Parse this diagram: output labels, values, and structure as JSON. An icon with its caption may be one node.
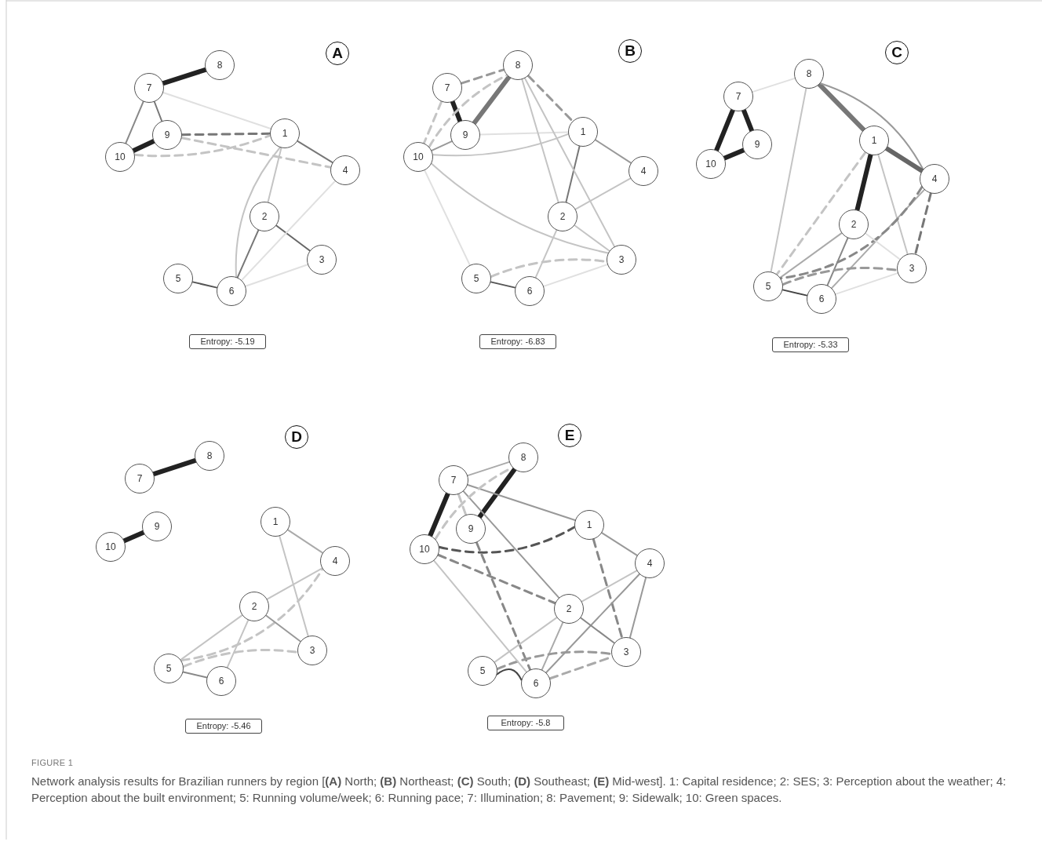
{
  "diagram": {
    "title": "FIGURE 1",
    "caption": "Network analysis results for Brazilian runners by region [**(A)** North; **(B)** Northeast; **(C)** South; **(D)** Southeast; **(E)** Mid-west]. 1: Capital residence; 2: SES; 3: Perception about the weather; 4: Perception about the built environment; 5: Running volume/week; 6: Running pace; 7: Illumination; 8: Pavement; 9: Sidewalk; 10: Green spaces.",
    "nodes": [
      {
        "text": [
          "A"
        ]
      },
      {
        "text": [
          "8"
        ]
      },
      {
        "text": [
          "7"
        ]
      },
      {
        "text": [
          "9"
        ]
      },
      {
        "text": [
          "10"
        ]
      },
      {
        "text": [
          "1"
        ]
      },
      {
        "text": [
          "4"
        ]
      },
      {
        "text": [
          "2"
        ]
      },
      {
        "text": [
          "3"
        ]
      },
      {
        "text": [
          "5"
        ]
      },
      {
        "text": [
          "6"
        ]
      },
      {
        "text": [
          "Entropy: -5.19"
        ]
      },
      {
        "text": [
          "B"
        ]
      },
      {
        "text": [
          "8"
        ]
      },
      {
        "text": [
          "7"
        ]
      },
      {
        "text": [
          "9"
        ]
      },
      {
        "text": [
          "10"
        ]
      },
      {
        "text": [
          "1"
        ]
      },
      {
        "text": [
          "4"
        ]
      },
      {
        "text": [
          "2"
        ]
      },
      {
        "text": [
          "3"
        ]
      },
      {
        "text": [
          "5"
        ]
      },
      {
        "text": [
          "6"
        ]
      },
      {
        "text": [
          "Entropy: -6.83"
        ]
      },
      {
        "text": [
          "C"
        ]
      },
      {
        "text": [
          "8"
        ]
      },
      {
        "text": [
          "7"
        ]
      },
      {
        "text": [
          "9"
        ]
      },
      {
        "text": [
          "10"
        ]
      },
      {
        "text": [
          "1"
        ]
      },
      {
        "text": [
          "4"
        ]
      },
      {
        "text": [
          "2"
        ]
      },
      {
        "text": [
          "3"
        ]
      },
      {
        "text": [
          "5"
        ]
      },
      {
        "text": [
          "6"
        ]
      },
      {
        "text": [
          "Entropy: -5.33"
        ]
      },
      {
        "text": [
          "D"
        ]
      },
      {
        "text": [
          "8"
        ]
      },
      {
        "text": [
          "7"
        ]
      },
      {
        "text": [
          "9"
        ]
      },
      {
        "text": [
          "10"
        ]
      },
      {
        "text": [
          "1"
        ]
      },
      {
        "text": [
          "4"
        ]
      },
      {
        "text": [
          "2"
        ]
      },
      {
        "text": [
          "3"
        ]
      },
      {
        "text": [
          "5"
        ]
      },
      {
        "text": [
          "6"
        ]
      },
      {
        "text": [
          "Entropy: -5.46"
        ]
      },
      {
        "text": [
          "E"
        ]
      },
      {
        "text": [
          "8"
        ]
      },
      {
        "text": [
          "7"
        ]
      },
      {
        "text": [
          "9"
        ]
      },
      {
        "text": [
          "10"
        ]
      },
      {
        "text": [
          "1"
        ]
      },
      {
        "text": [
          "4"
        ]
      },
      {
        "text": [
          "2"
        ]
      },
      {
        "text": [
          "3"
        ]
      },
      {
        "text": [
          "5"
        ]
      },
      {
        "text": [
          "6"
        ]
      },
      {
        "text": [
          "Entropy: -5.8"
        ]
      }
    ],
    "edges": [
      {
        "from": 2,
        "to": 1,
        "arrow": "none",
        "style": "thick",
        "color": "#222222"
      },
      {
        "from": 2,
        "to": 3,
        "arrow": "none",
        "color": "#777777"
      },
      {
        "from": 2,
        "to": 4,
        "arrow": "none",
        "color": "#888888"
      },
      {
        "from": 3,
        "to": 4,
        "arrow": "none",
        "style": "thick",
        "color": "#222222"
      },
      {
        "from": 3,
        "to": 5,
        "arrow": "none",
        "style": "dashed",
        "color": "#777777"
      },
      {
        "from": 4,
        "to": 5,
        "arrow": "none",
        "style": "dashed"
      },
      {
        "from": 3,
        "to": 6,
        "arrow": "none",
        "style": "dashed"
      },
      {
        "from": 5,
        "to": 6,
        "arrow": "none",
        "color": "#777777"
      },
      {
        "from": 5,
        "to": 7,
        "arrow": "none"
      },
      {
        "from": 5,
        "to": 10,
        "arrow": "none"
      },
      {
        "from": 7,
        "to": 10,
        "arrow": "none",
        "color": "#777777"
      },
      {
        "from": 7,
        "to": 8,
        "arrow": "none",
        "color": "#666666"
      },
      {
        "from": 9,
        "to": 10,
        "arrow": "none",
        "color": "#555555"
      },
      {
        "from": 6,
        "to": 10,
        "arrow": "none",
        "color": "#e0e0e0"
      },
      {
        "from": 8,
        "to": 10,
        "arrow": "none",
        "color": "#e0e0e0"
      },
      {
        "from": 2,
        "to": 5,
        "arrow": "none",
        "color": "#e0e0e0"
      },
      {
        "from": 14,
        "to": 15,
        "arrow": "none",
        "style": "thick",
        "color": "#222222"
      },
      {
        "from": 15,
        "to": 13,
        "arrow": "none",
        "style": "thick",
        "color": "#777777"
      },
      {
        "from": 14,
        "to": 13,
        "arrow": "none",
        "style": "dashed",
        "color": "#999999"
      },
      {
        "from": 13,
        "to": 17,
        "arrow": "none",
        "style": "dashed",
        "color": "#999999"
      },
      {
        "from": 16,
        "to": 15,
        "arrow": "none",
        "color": "#999999"
      },
      {
        "from": 16,
        "to": 17,
        "arrow": "none"
      },
      {
        "from": 15,
        "to": 17,
        "arrow": "none",
        "color": "#e0e0e0"
      },
      {
        "from": 17,
        "to": 19,
        "arrow": "none",
        "color": "#777777"
      },
      {
        "from": 17,
        "to": 18,
        "arrow": "none",
        "color": "#999999"
      },
      {
        "from": 19,
        "to": 18,
        "arrow": "none"
      },
      {
        "from": 19,
        "to": 20,
        "arrow": "none"
      },
      {
        "from": 19,
        "to": 22,
        "arrow": "none"
      },
      {
        "from": 16,
        "to": 20,
        "arrow": "none"
      },
      {
        "from": 16,
        "to": 21,
        "arrow": "none",
        "color": "#e0e0e0"
      },
      {
        "from": 13,
        "to": 19,
        "arrow": "none"
      },
      {
        "from": 13,
        "to": 20,
        "arrow": "none"
      },
      {
        "from": 21,
        "to": 20,
        "arrow": "none",
        "style": "dashed"
      },
      {
        "from": 22,
        "to": 20,
        "arrow": "none",
        "color": "#e0e0e0"
      },
      {
        "from": 21,
        "to": 22,
        "arrow": "none",
        "color": "#555555"
      },
      {
        "from": 16,
        "to": 13,
        "arrow": "none",
        "style": "dashed"
      },
      {
        "from": 14,
        "to": 16,
        "arrow": "none",
        "style": "dashed"
      },
      {
        "from": 26,
        "to": 27,
        "arrow": "none",
        "style": "thick",
        "color": "#222222"
      },
      {
        "from": 26,
        "to": 28,
        "arrow": "none",
        "style": "thick",
        "color": "#222222"
      },
      {
        "from": 27,
        "to": 28,
        "arrow": "none",
        "style": "thick",
        "color": "#222222"
      },
      {
        "from": 25,
        "to": 29,
        "arrow": "none",
        "style": "thick",
        "color": "#777777"
      },
      {
        "from": 25,
        "to": 30,
        "arrow": "none",
        "color": "#999999"
      },
      {
        "from": 29,
        "to": 30,
        "arrow": "none",
        "style": "thick",
        "color": "#666666"
      },
      {
        "from": 29,
        "to": 31,
        "arrow": "none",
        "style": "thick",
        "color": "#222222"
      },
      {
        "from": 29,
        "to": 32,
        "arrow": "none"
      },
      {
        "from": 29,
        "to": 33,
        "arrow": "none",
        "style": "dashed"
      },
      {
        "from": 31,
        "to": 33,
        "arrow": "none",
        "color": "#aaaaaa"
      },
      {
        "from": 31,
        "to": 34,
        "arrow": "none",
        "color": "#888888"
      },
      {
        "from": 30,
        "to": 34,
        "arrow": "none",
        "color": "#aaaaaa"
      },
      {
        "from": 30,
        "to": 33,
        "arrow": "none",
        "style": "dashed",
        "color": "#888888"
      },
      {
        "from": 30,
        "to": 32,
        "arrow": "none",
        "style": "dashed",
        "color": "#777777"
      },
      {
        "from": 33,
        "to": 32,
        "arrow": "none",
        "style": "dashed",
        "color": "#999999"
      },
      {
        "from": 33,
        "to": 34,
        "arrow": "none",
        "color": "#444444"
      },
      {
        "from": 25,
        "to": 33,
        "arrow": "none"
      },
      {
        "from": 31,
        "to": 32,
        "arrow": "none",
        "color": "#e0e0e0"
      },
      {
        "from": 34,
        "to": 32,
        "arrow": "none",
        "color": "#e0e0e0"
      },
      {
        "from": 26,
        "to": 25,
        "arrow": "none",
        "color": "#e0e0e0"
      },
      {
        "from": 38,
        "to": 37,
        "arrow": "none",
        "style": "thick",
        "color": "#222222"
      },
      {
        "from": 39,
        "to": 40,
        "arrow": "none",
        "style": "thick",
        "color": "#222222"
      },
      {
        "from": 41,
        "to": 42,
        "arrow": "none",
        "color": "#aaaaaa"
      },
      {
        "from": 41,
        "to": 44,
        "arrow": "none"
      },
      {
        "from": 43,
        "to": 42,
        "arrow": "none"
      },
      {
        "from": 45,
        "to": 42,
        "arrow": "none",
        "style": "dashed"
      },
      {
        "from": 43,
        "to": 44,
        "arrow": "none",
        "color": "#999999"
      },
      {
        "from": 43,
        "to": 45,
        "arrow": "none"
      },
      {
        "from": 43,
        "to": 46,
        "arrow": "none"
      },
      {
        "from": 45,
        "to": 44,
        "arrow": "none",
        "style": "dashed"
      },
      {
        "from": 45,
        "to": 46,
        "arrow": "none",
        "color": "#888888"
      },
      {
        "from": 50,
        "to": 52,
        "arrow": "none",
        "style": "thick",
        "color": "#222222"
      },
      {
        "from": 51,
        "to": 49,
        "arrow": "none",
        "style": "thick",
        "color": "#222222"
      },
      {
        "from": 50,
        "to": 49,
        "arrow": "none",
        "color": "#aaaaaa"
      },
      {
        "from": 50,
        "to": 53,
        "arrow": "none",
        "color": "#999999"
      },
      {
        "from": 52,
        "to": 53,
        "arrow": "none",
        "style": "dashed",
        "color": "#555555"
      },
      {
        "from": 52,
        "to": 55,
        "arrow": "none",
        "style": "dashed",
        "color": "#888888"
      },
      {
        "from": 51,
        "to": 58,
        "arrow": "none",
        "style": "dashed",
        "color": "#888888"
      },
      {
        "from": 53,
        "to": 56,
        "arrow": "none",
        "style": "dashed",
        "color": "#888888"
      },
      {
        "from": 53,
        "to": 54,
        "arrow": "none",
        "color": "#999999"
      },
      {
        "from": 50,
        "to": 55,
        "arrow": "none",
        "color": "#999999"
      },
      {
        "from": 54,
        "to": 56,
        "arrow": "none",
        "color": "#999999"
      },
      {
        "from": 54,
        "to": 58,
        "arrow": "none",
        "color": "#999999"
      },
      {
        "from": 55,
        "to": 58,
        "arrow": "none",
        "color": "#aaaaaa"
      },
      {
        "from": 55,
        "to": 56,
        "arrow": "none",
        "color": "#888888"
      },
      {
        "from": 55,
        "to": 57,
        "arrow": "none"
      },
      {
        "from": 57,
        "to": 56,
        "arrow": "none",
        "style": "dashed",
        "color": "#999999"
      },
      {
        "from": 58,
        "to": 56,
        "arrow": "none",
        "style": "dashed",
        "color": "#aaaaaa"
      },
      {
        "from": 57,
        "to": 58,
        "arrow": "none",
        "color": "#444444"
      },
      {
        "from": 52,
        "to": 58,
        "arrow": "none"
      },
      {
        "from": 50,
        "to": 51,
        "arrow": "none",
        "style": "dashed"
      },
      {
        "from": 52,
        "to": 49,
        "arrow": "none",
        "style": "dashed"
      },
      {
        "from": 54,
        "to": 55,
        "arrow": "none"
      }
    ]
  }
}
